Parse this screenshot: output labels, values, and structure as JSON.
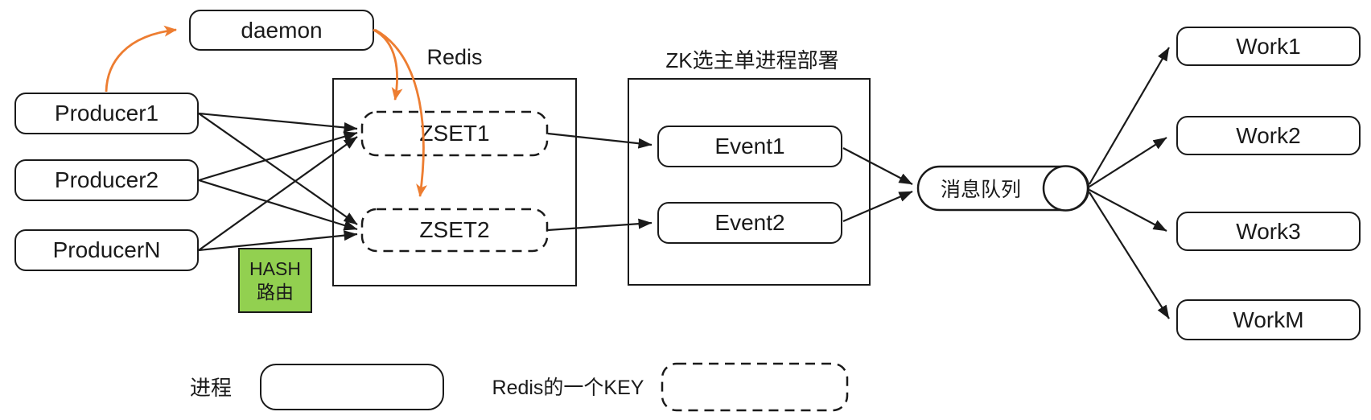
{
  "nodes": {
    "daemon": {
      "label": "daemon"
    },
    "producer1": {
      "label": "Producer1"
    },
    "producer2": {
      "label": "Producer2"
    },
    "producerN": {
      "label": "ProducerN"
    },
    "redis_group": {
      "label": "Redis"
    },
    "zset1": {
      "label": "ZSET1"
    },
    "zset2": {
      "label": "ZSET2"
    },
    "hash_route": {
      "line1": "HASH",
      "line2": "路由"
    },
    "zk_group": {
      "label": "ZK选主单进程部署"
    },
    "event1": {
      "label": "Event1"
    },
    "event2": {
      "label": "Event2"
    },
    "queue": {
      "label": "消息队列"
    },
    "work1": {
      "label": "Work1"
    },
    "work2": {
      "label": "Work2"
    },
    "work3": {
      "label": "Work3"
    },
    "workM": {
      "label": "WorkM"
    }
  },
  "legend": {
    "process_label": "进程",
    "redis_key_label": "Redis的一个KEY"
  },
  "colors": {
    "arrow_orange": "#ED7D31",
    "hash_green": "#92D050",
    "line_black": "#1a1a1a",
    "background": "#FFFFFF"
  },
  "edges": [
    {
      "from": "Producer1",
      "to": "daemon",
      "color": "orange"
    },
    {
      "from": "daemon",
      "to": "ZSET1",
      "color": "orange"
    },
    {
      "from": "daemon",
      "to": "ZSET2",
      "color": "orange"
    },
    {
      "from": "Producer1",
      "to": "ZSET1",
      "color": "black"
    },
    {
      "from": "Producer1",
      "to": "ZSET2",
      "color": "black"
    },
    {
      "from": "Producer2",
      "to": "ZSET1",
      "color": "black"
    },
    {
      "from": "Producer2",
      "to": "ZSET2",
      "color": "black"
    },
    {
      "from": "ProducerN",
      "to": "ZSET1",
      "color": "black"
    },
    {
      "from": "ProducerN",
      "to": "ZSET2",
      "color": "black"
    },
    {
      "from": "ZSET1",
      "to": "Event1",
      "color": "black"
    },
    {
      "from": "ZSET2",
      "to": "Event2",
      "color": "black"
    },
    {
      "from": "Event1",
      "to": "消息队列",
      "color": "black"
    },
    {
      "from": "Event2",
      "to": "消息队列",
      "color": "black"
    },
    {
      "from": "消息队列",
      "to": "Work1",
      "color": "black"
    },
    {
      "from": "消息队列",
      "to": "Work2",
      "color": "black"
    },
    {
      "from": "消息队列",
      "to": "Work3",
      "color": "black"
    },
    {
      "from": "消息队列",
      "to": "WorkM",
      "color": "black"
    }
  ]
}
